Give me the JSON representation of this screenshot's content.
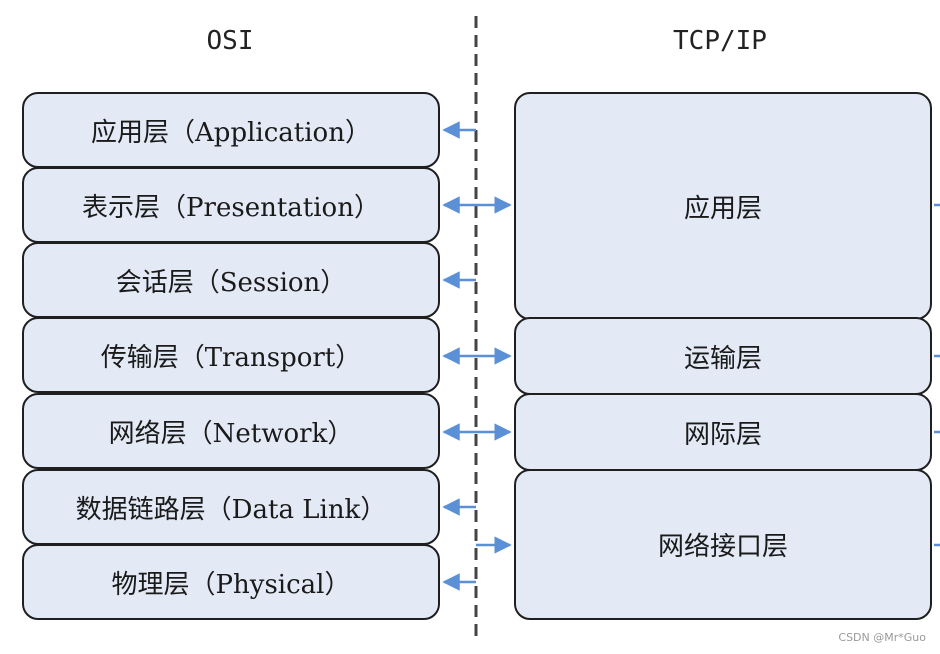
{
  "osi": {
    "heading": "OSI",
    "layers": [
      "应用层（Application）",
      "表示层（Presentation）",
      "会话层（Session）",
      "传输层（Transport）",
      "网络层（Network）",
      "数据链路层（Data Link）",
      "物理层（Physical）"
    ]
  },
  "tcpip": {
    "heading": "TCP/IP",
    "layers": [
      "应用层",
      "运输层",
      "网际层",
      "网络接口层"
    ]
  },
  "colors": {
    "box_fill": "#e3e9f5",
    "box_border": "#1f1f1f",
    "arrow": "#5b8fd6",
    "divider": "#444444"
  },
  "watermark": "CSDN @Mr*Guo"
}
